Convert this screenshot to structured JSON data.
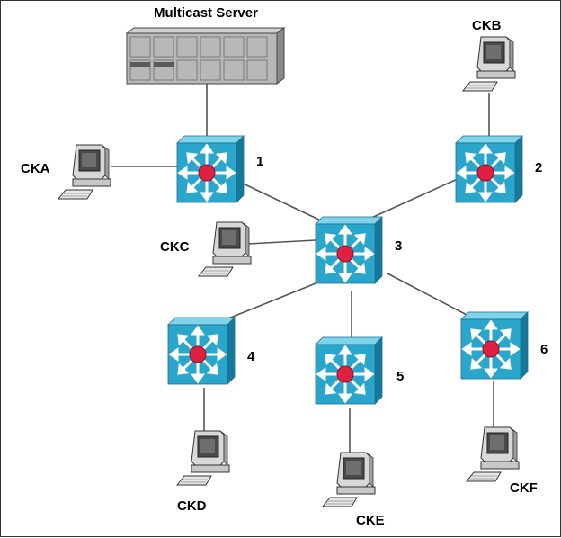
{
  "title": "Multicast Server",
  "switches": [
    {
      "id": "s1",
      "label": "1"
    },
    {
      "id": "s2",
      "label": "2"
    },
    {
      "id": "s3",
      "label": "3"
    },
    {
      "id": "s4",
      "label": "4"
    },
    {
      "id": "s5",
      "label": "5"
    },
    {
      "id": "s6",
      "label": "6"
    }
  ],
  "hosts": [
    {
      "id": "cka",
      "label": "CKA"
    },
    {
      "id": "ckb",
      "label": "CKB"
    },
    {
      "id": "ckc",
      "label": "CKC"
    },
    {
      "id": "ckd",
      "label": "CKD"
    },
    {
      "id": "cke",
      "label": "CKE"
    },
    {
      "id": "ckf",
      "label": "CKF"
    }
  ],
  "colors": {
    "switch_face": "#2aa6cc",
    "switch_top": "#7fd4ec",
    "switch_side": "#16789a",
    "switch_center": "#e02040",
    "link": "#555555",
    "server_body": "#b8b8b8"
  },
  "icons": {
    "switch": "layer3-switch-icon",
    "host": "workstation-icon",
    "server": "server-rack-icon"
  }
}
